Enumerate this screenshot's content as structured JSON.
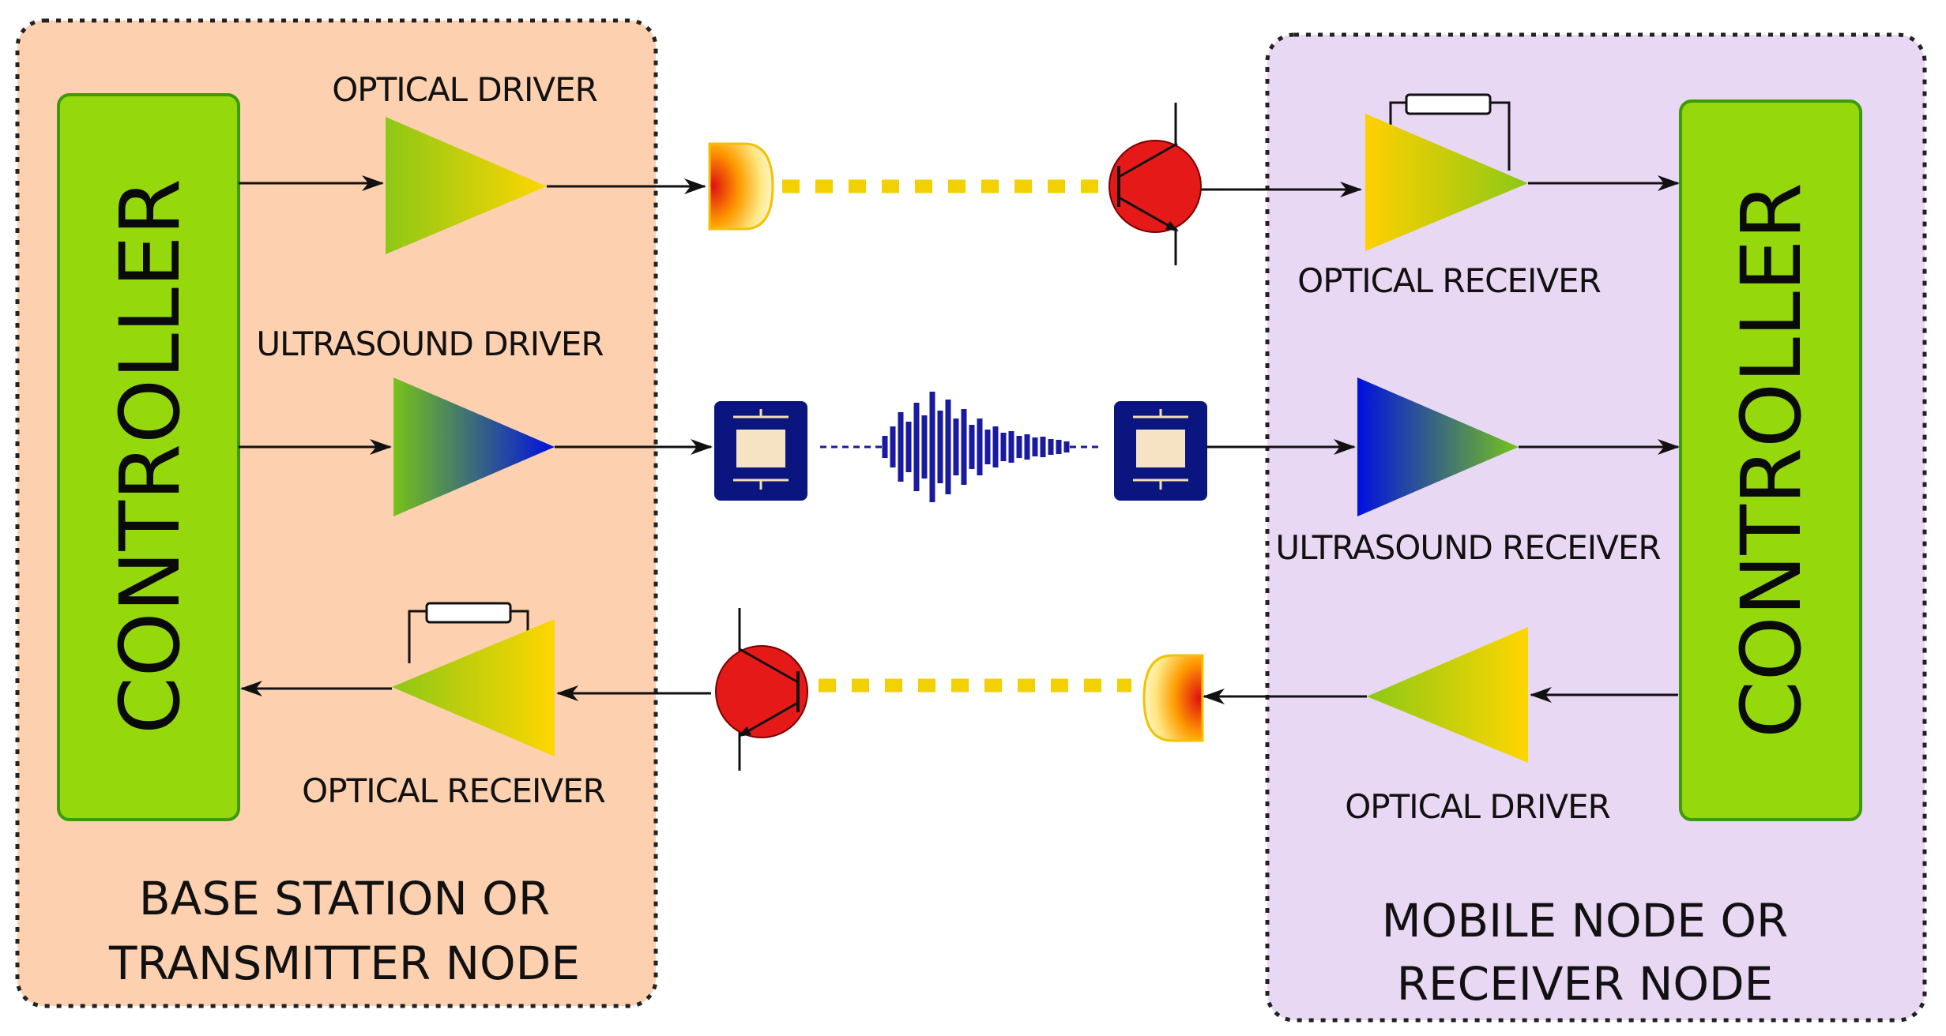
{
  "base_station": {
    "controller_label": "CONTROLLER",
    "title_line1": "BASE STATION OR",
    "title_line2": "TRANSMITTER NODE",
    "optical_driver_label": "OPTICAL DRIVER",
    "ultrasound_driver_label": "ULTRASOUND DRIVER",
    "optical_receiver_label": "OPTICAL RECEIVER"
  },
  "mobile_node": {
    "controller_label": "CONTROLLER",
    "title_line1": "MOBILE NODE OR",
    "title_line2": "RECEIVER NODE",
    "optical_receiver_label": "OPTICAL RECEIVER",
    "ultrasound_receiver_label": "ULTRASOUND RECEIVER",
    "optical_driver_label": "OPTICAL DRIVER"
  },
  "colors": {
    "base_panel": "#fdd0b0",
    "mobile_panel": "#e9d8f3",
    "controller": "#95d80c",
    "controller_border": "#3d9a08",
    "optical_link": "#f3d000",
    "transistor": "#e61919",
    "transducer": "#0a1580",
    "ultrasound_wave": "#1a1aa0"
  },
  "icons": {
    "led": "led-emitter-icon",
    "photo_transistor": "phototransistor-icon",
    "transducer": "ultrasound-transducer-icon",
    "amplifier": "amplifier-triangle-icon"
  }
}
